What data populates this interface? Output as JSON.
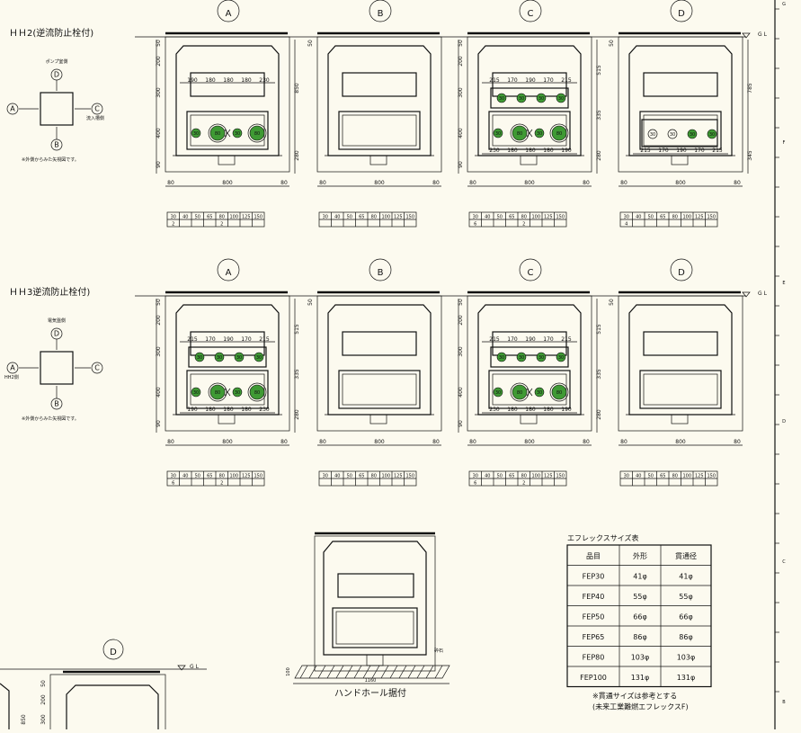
{
  "sections": [
    {
      "id": "hh2",
      "title": "ＨＨ2(逆流防止栓付)",
      "key_top": "ポンプ室側",
      "key_right": "流入槽側",
      "key_left": "",
      "note": "※外側からみた矢視図です。",
      "views": [
        {
          "id": "A",
          "width_dim": "800",
          "side_dim": "80",
          "left_dims": [
            "200",
            "300",
            "400",
            "90"
          ],
          "right_dims": [
            "850",
            "280"
          ],
          "top_dims": [
            "190",
            "180",
            "180",
            "180",
            "230"
          ],
          "bottom_dims": [],
          "sizes": [
            "30",
            "40",
            "50",
            "65",
            "80",
            "100",
            "125",
            "150"
          ],
          "counts": [
            "2",
            "",
            "",
            "",
            "2",
            "",
            "",
            ""
          ]
        },
        {
          "id": "B",
          "width_dim": "800",
          "side_dim": "80",
          "left_dims": [],
          "right_dims": [],
          "top_dims": [],
          "bottom_dims": [],
          "sizes": [
            "30",
            "40",
            "50",
            "65",
            "80",
            "100",
            "125",
            "150"
          ],
          "counts": [
            "",
            "",
            "",
            "",
            "",
            "",
            "",
            ""
          ]
        },
        {
          "id": "C",
          "width_dim": "800",
          "side_dim": "80",
          "left_dims": [
            "200",
            "300",
            "400",
            "90"
          ],
          "right_dims": [
            "515",
            "335",
            "280"
          ],
          "top_dims": [
            "215",
            "170",
            "190",
            "170",
            "215"
          ],
          "bottom_dims": [
            "230",
            "180",
            "180",
            "180",
            "190"
          ],
          "sizes": [
            "30",
            "40",
            "50",
            "65",
            "80",
            "100",
            "125",
            "150"
          ],
          "counts": [
            "6",
            "",
            "",
            "",
            "2",
            "",
            "",
            ""
          ]
        },
        {
          "id": "D",
          "width_dim": "800",
          "side_dim": "80",
          "left_dims": [],
          "right_dims": [
            "785",
            "345"
          ],
          "top_dims": [],
          "bottom_dims": [
            "215",
            "170",
            "190",
            "170",
            "215"
          ],
          "sizes": [
            "30",
            "40",
            "50",
            "65",
            "80",
            "100",
            "125",
            "150"
          ],
          "counts": [
            "4",
            "",
            "",
            "",
            "",
            "",
            "",
            ""
          ]
        }
      ]
    },
    {
      "id": "hh3",
      "title": "ＨＨ3逆流防止栓付)",
      "key_top": "電気盤側",
      "key_right": "",
      "key_left": "HH2側",
      "note": "※外側からみた矢視図です。",
      "views": [
        {
          "id": "A",
          "width_dim": "800",
          "side_dim": "80",
          "left_dims": [
            "200",
            "300",
            "400",
            "90"
          ],
          "right_dims": [
            "515",
            "335",
            "280"
          ],
          "top_dims": [
            "215",
            "170",
            "190",
            "170",
            "215"
          ],
          "bottom_dims": [
            "190",
            "180",
            "180",
            "180",
            "230"
          ],
          "sizes": [
            "30",
            "40",
            "50",
            "65",
            "80",
            "100",
            "125",
            "150"
          ],
          "counts": [
            "6",
            "",
            "",
            "",
            "2",
            "",
            "",
            ""
          ]
        },
        {
          "id": "B",
          "width_dim": "800",
          "side_dim": "80",
          "left_dims": [],
          "right_dims": [],
          "top_dims": [],
          "bottom_dims": [],
          "sizes": [
            "30",
            "40",
            "50",
            "65",
            "80",
            "100",
            "125",
            "150"
          ],
          "counts": [
            "",
            "",
            "",
            "",
            "",
            "",
            "",
            ""
          ]
        },
        {
          "id": "C",
          "width_dim": "800",
          "side_dim": "80",
          "left_dims": [
            "200",
            "300",
            "400",
            "90"
          ],
          "right_dims": [
            "515",
            "335",
            "280"
          ],
          "top_dims": [
            "215",
            "170",
            "190",
            "170",
            "215"
          ],
          "bottom_dims": [
            "230",
            "180",
            "180",
            "180",
            "190"
          ],
          "sizes": [
            "30",
            "40",
            "50",
            "65",
            "80",
            "100",
            "125",
            "150"
          ],
          "counts": [
            "6",
            "",
            "",
            "",
            "2",
            "",
            "",
            ""
          ]
        },
        {
          "id": "D",
          "width_dim": "800",
          "side_dim": "80",
          "left_dims": [],
          "right_dims": [],
          "top_dims": [],
          "bottom_dims": [],
          "sizes": [
            "30",
            "40",
            "50",
            "65",
            "80",
            "100",
            "125",
            "150"
          ],
          "counts": [
            "",
            "",
            "",
            "",
            "",
            "",
            "",
            ""
          ]
        }
      ]
    }
  ],
  "gl_label": "G L",
  "top_dim": "50",
  "hole_labels": {
    "small": "30",
    "large": "80"
  },
  "handhole": {
    "caption": "ハンドホール据付",
    "width_dim": "1160",
    "height_dim": "100",
    "material": "砕石"
  },
  "partial_view": {
    "id": "D",
    "dims": [
      "50",
      "200",
      "300"
    ],
    "right_dim": "850"
  },
  "eflex_table": {
    "title": "エフレックスサイズ表",
    "headers": [
      "品目",
      "外形",
      "貫通径"
    ],
    "rows": [
      [
        "FEP30",
        "41φ",
        "41φ"
      ],
      [
        "FEP40",
        "55φ",
        "55φ"
      ],
      [
        "FEP50",
        "66φ",
        "66φ"
      ],
      [
        "FEP65",
        "86φ",
        "86φ"
      ],
      [
        "FEP80",
        "103φ",
        "103φ"
      ],
      [
        "FEP100",
        "131φ",
        "131φ"
      ]
    ],
    "note1": "※貫通サイズは参考とする",
    "note2": "(未来工業難燃エフレックスF)"
  },
  "border_marks": [
    "G",
    "F",
    "E",
    "D",
    "C",
    "B"
  ]
}
